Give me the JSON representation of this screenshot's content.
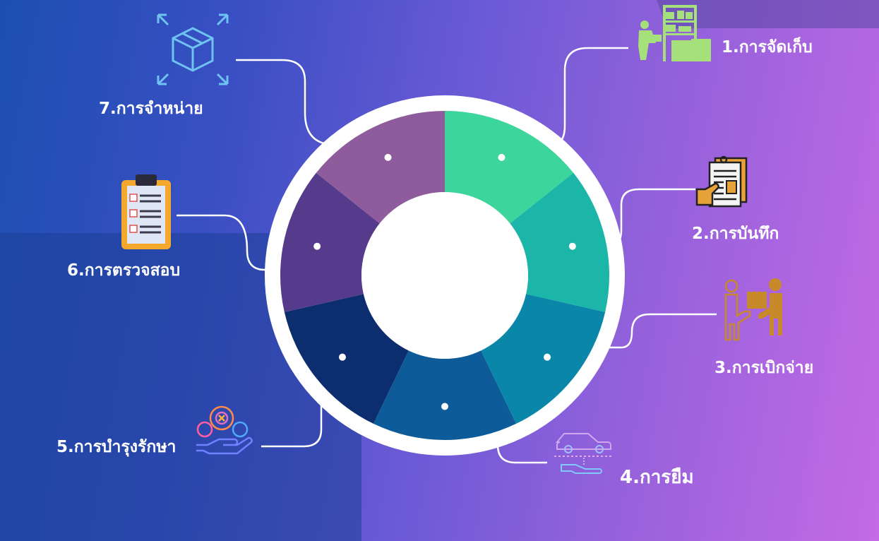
{
  "diagram": {
    "steps": [
      {
        "label": "1.การจัดเก็บ",
        "icon": "warehouse-storage-icon",
        "color": "#3cd59c"
      },
      {
        "label": "2.การบันทึก",
        "icon": "document-record-icon",
        "color": "#1bb6a7"
      },
      {
        "label": "3.การเบิกจ่าย",
        "icon": "handover-box-icon",
        "color": "#0a86a8"
      },
      {
        "label": "4.การยืม",
        "icon": "car-lend-icon",
        "color": "#0d5b98"
      },
      {
        "label": "5.การบำรุงรักษา",
        "icon": "gear-maintenance-icon",
        "color": "#0d2e6e"
      },
      {
        "label": "6.การตรวจสอบ",
        "icon": "clipboard-checklist-icon",
        "color": "#563a8c"
      },
      {
        "label": "7.การจำหน่าย",
        "icon": "box-distribute-icon",
        "color": "#8e5b9c"
      }
    ]
  }
}
